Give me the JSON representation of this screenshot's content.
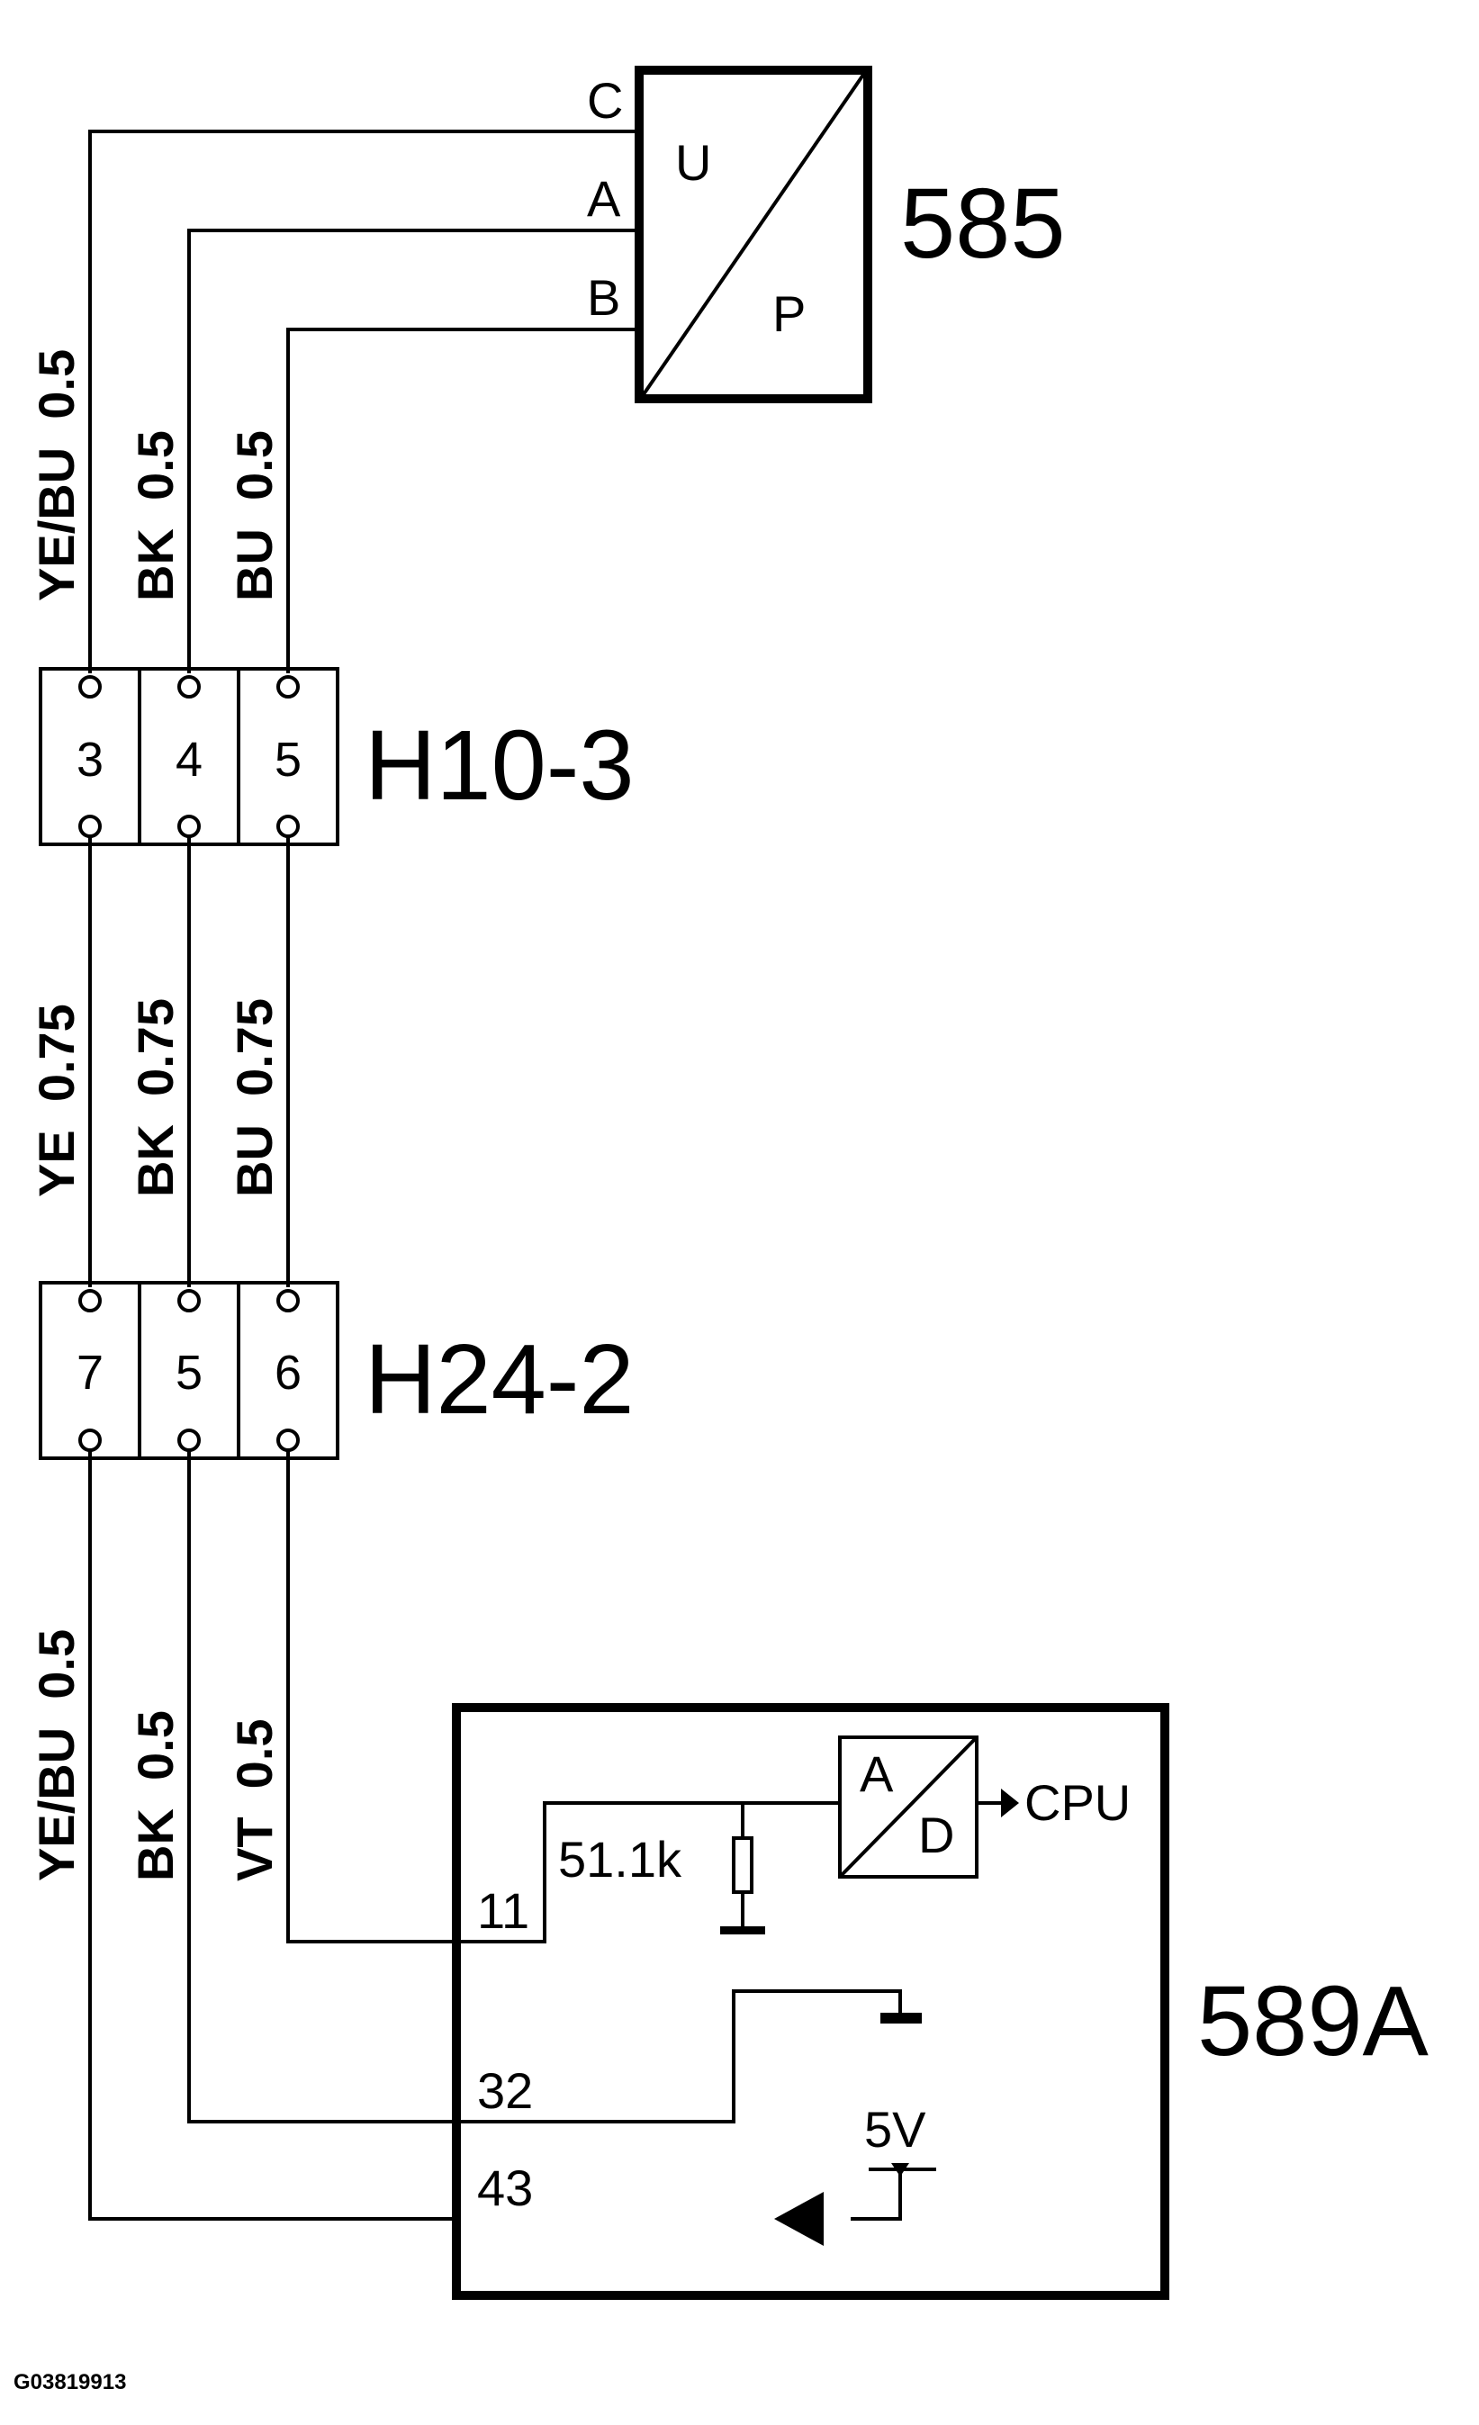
{
  "components": {
    "sensor_585": {
      "label": "585",
      "symbol_top": "U",
      "symbol_bottom": "P",
      "pins": [
        "C",
        "A",
        "B"
      ]
    },
    "connector_h10_3": {
      "label": "H10-3",
      "pins": [
        "3",
        "4",
        "5"
      ]
    },
    "connector_h24_2": {
      "label": "H24-2",
      "pins": [
        "7",
        "5",
        "6"
      ]
    },
    "module_589a": {
      "label": "589A",
      "pins": [
        "11",
        "32",
        "43"
      ],
      "resistor": "51.1k",
      "adc_top": "A",
      "adc_bottom": "D",
      "adc_output": "CPU",
      "supply": "5V"
    }
  },
  "wires": {
    "upper": [
      "YE/BU  0.5",
      "BK  0.5",
      "BU  0.5"
    ],
    "middle": [
      "YE  0.75",
      "BK  0.75",
      "BU  0.75"
    ],
    "lower": [
      "YE/BU  0.5",
      "BK  0.5",
      "VT  0.5"
    ]
  },
  "figure_code": "G03819913"
}
